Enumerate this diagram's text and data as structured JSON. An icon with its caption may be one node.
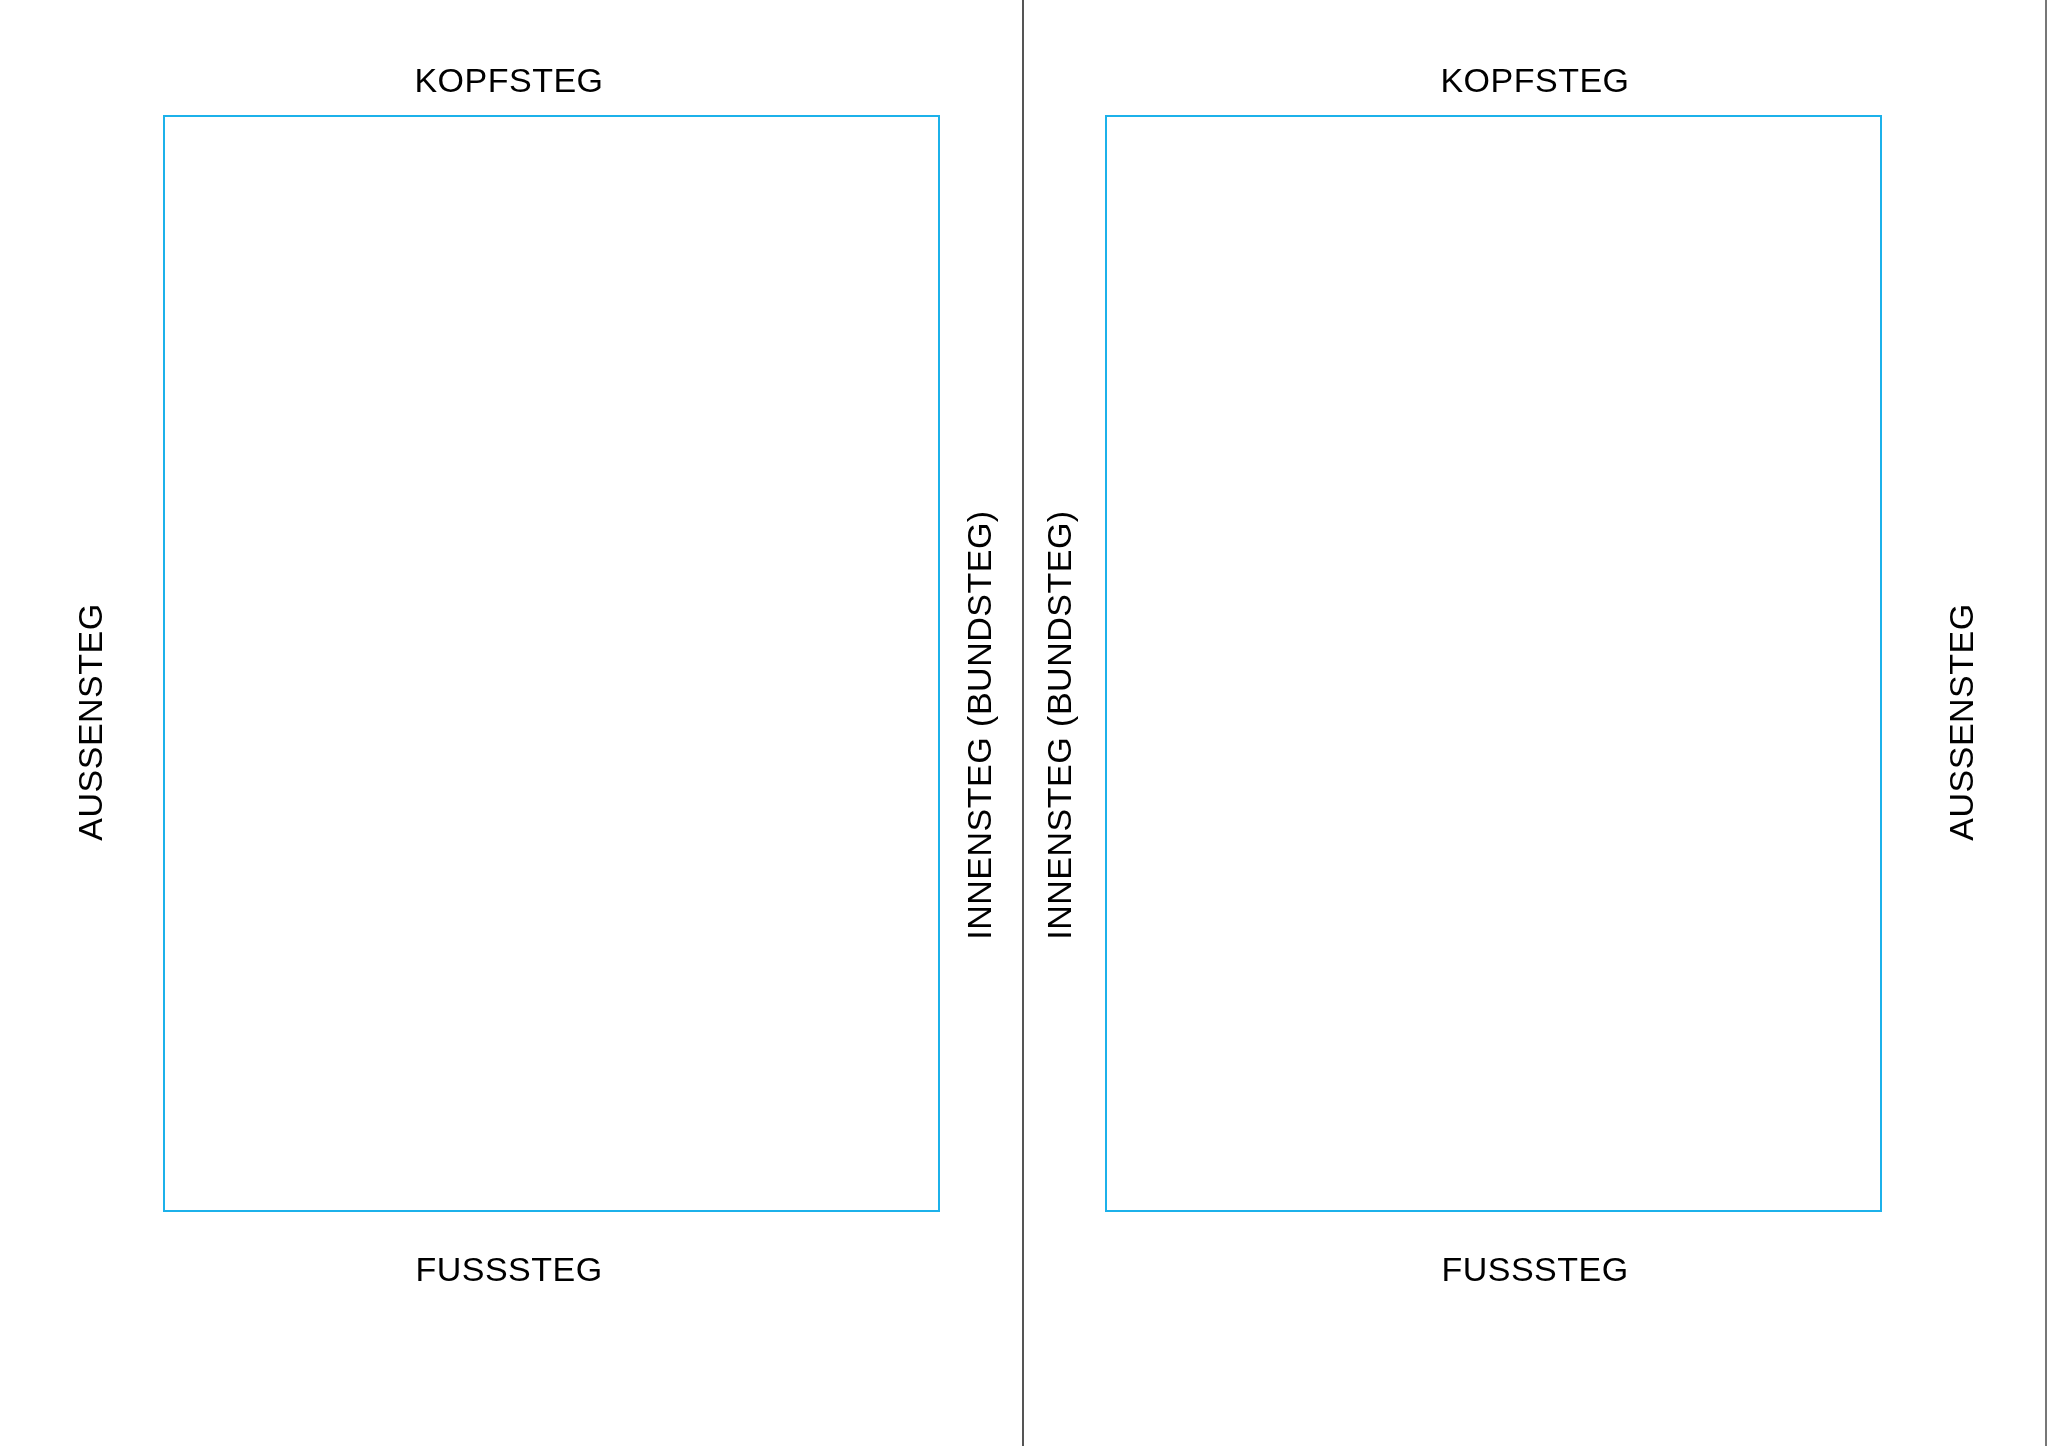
{
  "diagram": {
    "nodes": [
      {
        "text": [],
        "shape": "box",
        "beside": [
          "KOPFSTEG",
          "AUSSENSTEG",
          "INNENSTEG (BUNDSTEG)",
          "FUSSSTEG"
        ]
      },
      {
        "text": [],
        "shape": "box",
        "beside": [
          "KOPFSTEG",
          "INNENSTEG (BUNDSTEG)",
          "AUSSENSTEG",
          "FUSSSTEG"
        ]
      }
    ]
  }
}
